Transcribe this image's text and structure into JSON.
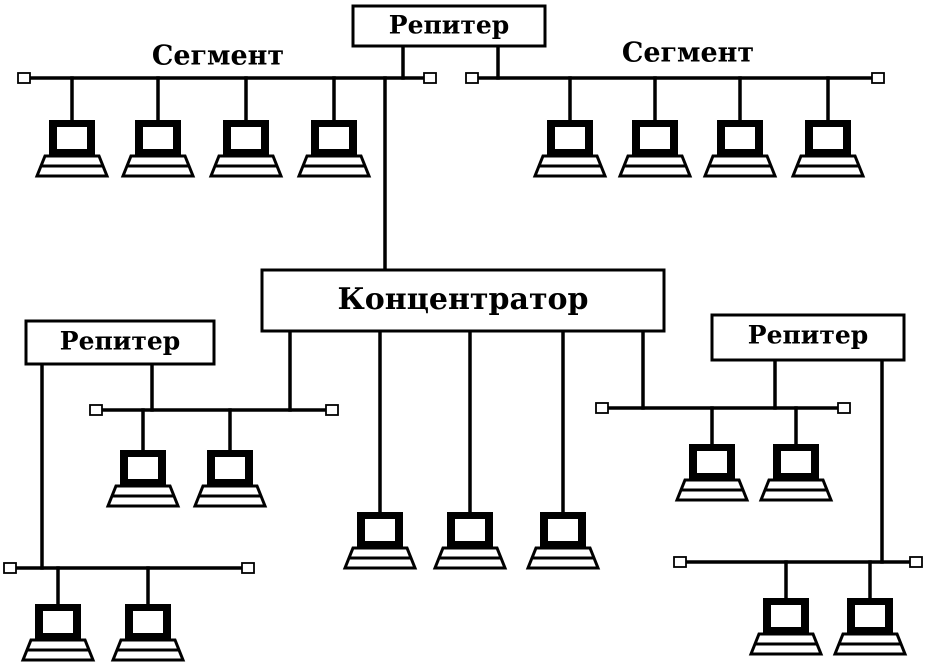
{
  "labels": {
    "repeater": "Репитер",
    "segment": "Сегмент",
    "hub": "Концентратор"
  },
  "colors": {
    "ink": "#000000",
    "paper": "#ffffff"
  },
  "icons": [
    "computer-icon",
    "terminator-icon"
  ]
}
